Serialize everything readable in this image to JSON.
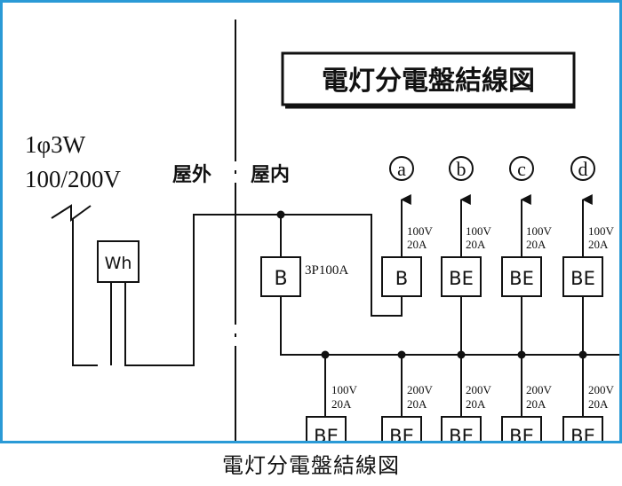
{
  "diagram": {
    "title": "電灯分電盤結線図",
    "supply_phase": "1φ3W",
    "supply_voltage": "100/200V",
    "outdoor_label": "屋外",
    "indoor_label": "屋内",
    "meter_label": "Wh",
    "main_breaker_label": "B",
    "main_breaker_rating": "3P100A",
    "branch_circuits": [
      {
        "id": "a",
        "breaker": "B",
        "voltage": "100V",
        "current": "20A"
      },
      {
        "id": "b",
        "breaker": "BE",
        "voltage": "100V",
        "current": "20A"
      },
      {
        "id": "c",
        "breaker": "BE",
        "voltage": "100V",
        "current": "20A"
      },
      {
        "id": "d",
        "breaker": "BE",
        "voltage": "100V",
        "current": "20A"
      }
    ],
    "lower_circuits": [
      {
        "breaker": "BE",
        "voltage": "100V",
        "current": "20A"
      },
      {
        "breaker": "BE",
        "voltage": "200V",
        "current": "20A"
      },
      {
        "breaker": "BE",
        "voltage": "200V",
        "current": "20A"
      },
      {
        "breaker": "BE",
        "voltage": "200V",
        "current": "20A"
      },
      {
        "breaker": "BE",
        "voltage": "200V",
        "current": "20A"
      }
    ]
  },
  "caption": "電灯分電盤結線図",
  "colors": {
    "frame": "#2a9ad6",
    "line": "#111111"
  }
}
